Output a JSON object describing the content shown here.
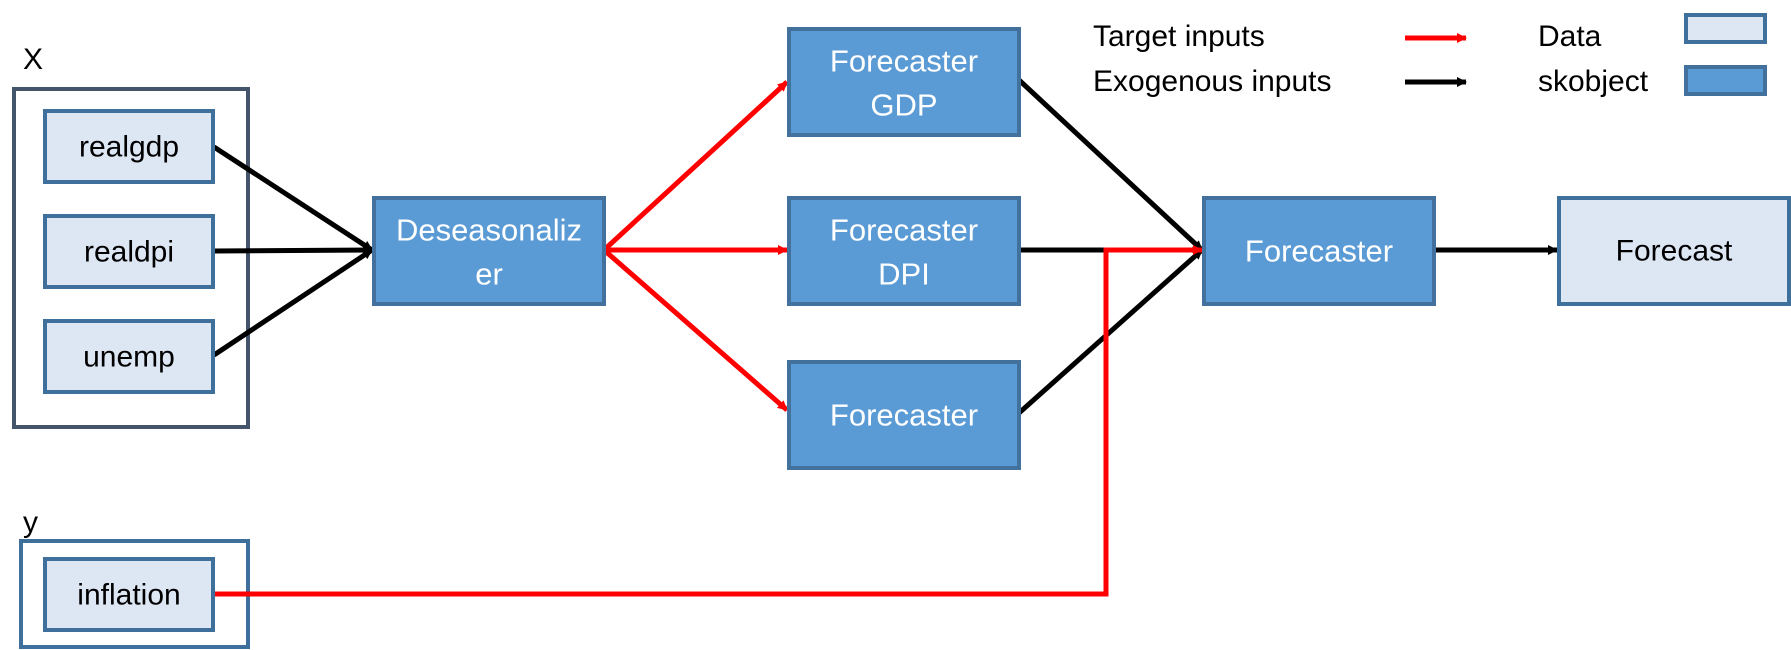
{
  "colors": {
    "data_fill": "#dde6f3",
    "data_stroke": "#3f6f9b",
    "skobject_fill": "#5b9bd5",
    "skobject_stroke": "#41719c",
    "group_stroke_x": "#44546a",
    "group_stroke_y": "#3f6f9b",
    "target_arrow": "#ff0000",
    "exogenous_arrow": "#000000"
  },
  "groups": {
    "x_label": "X",
    "y_label": "y"
  },
  "nodes": {
    "realgdp": "realgdp",
    "realdpi": "realdpi",
    "unemp": "unemp",
    "inflation": "inflation",
    "deseasonalizer_line1": "Deseasonaliz",
    "deseasonalizer_line2": "er",
    "forecaster_gdp_line1": "Forecaster",
    "forecaster_gdp_line2": "GDP",
    "forecaster_dpi_line1": "Forecaster",
    "forecaster_dpi_line2": "DPI",
    "forecaster_unemp": "Forecaster",
    "forecaster_final": "Forecaster",
    "forecast": "Forecast"
  },
  "legend": {
    "target_inputs": "Target inputs",
    "exogenous_inputs": "Exogenous inputs",
    "data": "Data",
    "skobject": "skobject"
  }
}
